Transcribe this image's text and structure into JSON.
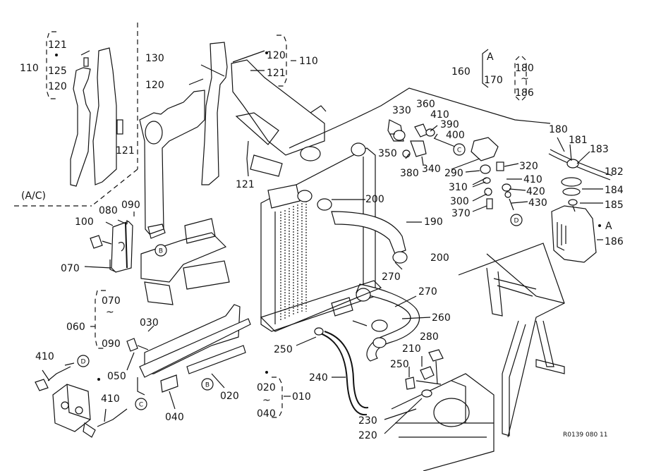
{
  "diagram": {
    "code": "R0139 080 11",
    "callouts": {
      "l110a": "110",
      "l121a": "121",
      "l125": "125",
      "l120a": "120",
      "l121b": "121",
      "l130": "130",
      "l120b": "120",
      "l120c": "120",
      "l121c": "121",
      "l110b": "110",
      "l121d": "121",
      "l160": "160",
      "lA1": "A",
      "l170": "170",
      "l180a": "180",
      "ltilde1": "~",
      "l186a": "186",
      "l330": "330",
      "l360": "360",
      "l410a": "410",
      "l390": "390",
      "l400": "400",
      "l350": "350",
      "l380": "380",
      "l340": "340",
      "l290": "290",
      "l320": "320",
      "l310": "310",
      "l410b": "410",
      "l420": "420",
      "l300": "300",
      "l430": "430",
      "l370": "370",
      "l180b": "180",
      "l181": "181",
      "l183": "183",
      "l182": "182",
      "l184": "184",
      "l185": "185",
      "lA2": "A",
      "l186b": "186",
      "lac": "(A/C)",
      "l100": "100",
      "l080": "080",
      "l090a": "090",
      "l070a": "070",
      "l200a": "200",
      "l190": "190",
      "l200b": "200",
      "l270a": "270",
      "l270b": "270",
      "l260": "260",
      "l070b": "070",
      "ltilde2": "~",
      "l090b": "090",
      "l060": "060",
      "l030": "030",
      "l050": "050",
      "l250a": "250",
      "l280": "280",
      "l210": "210",
      "l250b": "250",
      "l240": "240",
      "l410c": "410",
      "l410d": "410",
      "l040a": "040",
      "l020a": "020",
      "l020b": "020",
      "ltilde3": "~",
      "l040b": "040",
      "l010": "010",
      "l230": "230",
      "l220": "220"
    },
    "markers": {
      "c1": "C",
      "c2": "C",
      "d1": "D",
      "d2": "D",
      "b1": "B",
      "b2": "B"
    }
  }
}
